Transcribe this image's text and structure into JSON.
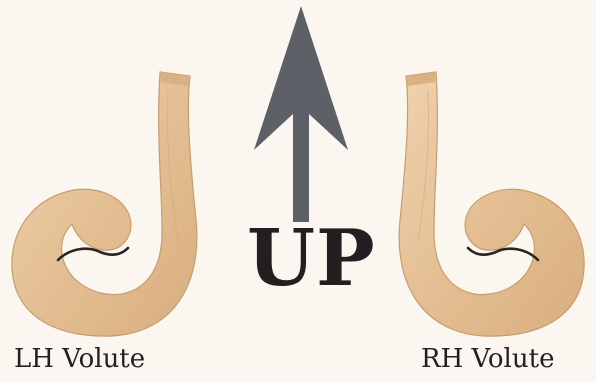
{
  "labels": {
    "direction": "UP",
    "left_part": "LH Volute",
    "right_part": "RH Volute"
  },
  "colors": {
    "background": "#fbf7f0",
    "wood_fill": "#e6c29a",
    "wood_edge": "#c79d6f",
    "arrow": "#5d6066",
    "text": "#231f20"
  },
  "icons": {
    "arrow": "arrow-up-icon",
    "left_part": "lh-volute-icon",
    "right_part": "rh-volute-icon"
  }
}
